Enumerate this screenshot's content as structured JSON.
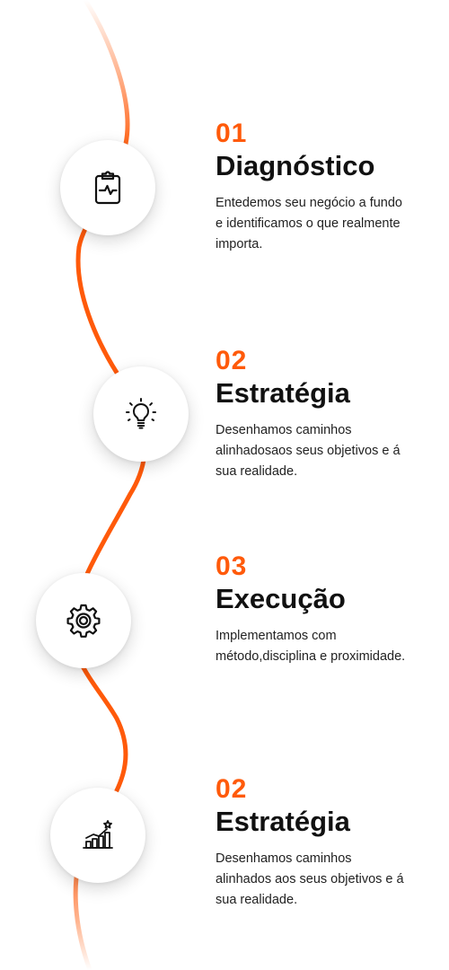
{
  "steps": [
    {
      "number": "01",
      "title": "Diagnóstico",
      "description": "Entedemos seu negócio a fundo e identificamos o que realmente importa.",
      "icon": "clipboard-pulse-icon"
    },
    {
      "number": "02",
      "title": "Estratégia",
      "description": "Desenhamos caminhos alinhadosaos seus objetivos e á sua realidade.",
      "icon": "lightbulb-icon"
    },
    {
      "number": "03",
      "title": "Execução",
      "description": "Implementamos com método,disciplina e proximidade.",
      "icon": "gear-icon"
    },
    {
      "number": "02",
      "title": "Estratégia",
      "description": "Desenhamos caminhos alinhados aos seus objetivos e á sua realidade.",
      "icon": "growth-chart-icon"
    }
  ],
  "colors": {
    "accent": "#ff5a0a",
    "text": "#111111"
  }
}
